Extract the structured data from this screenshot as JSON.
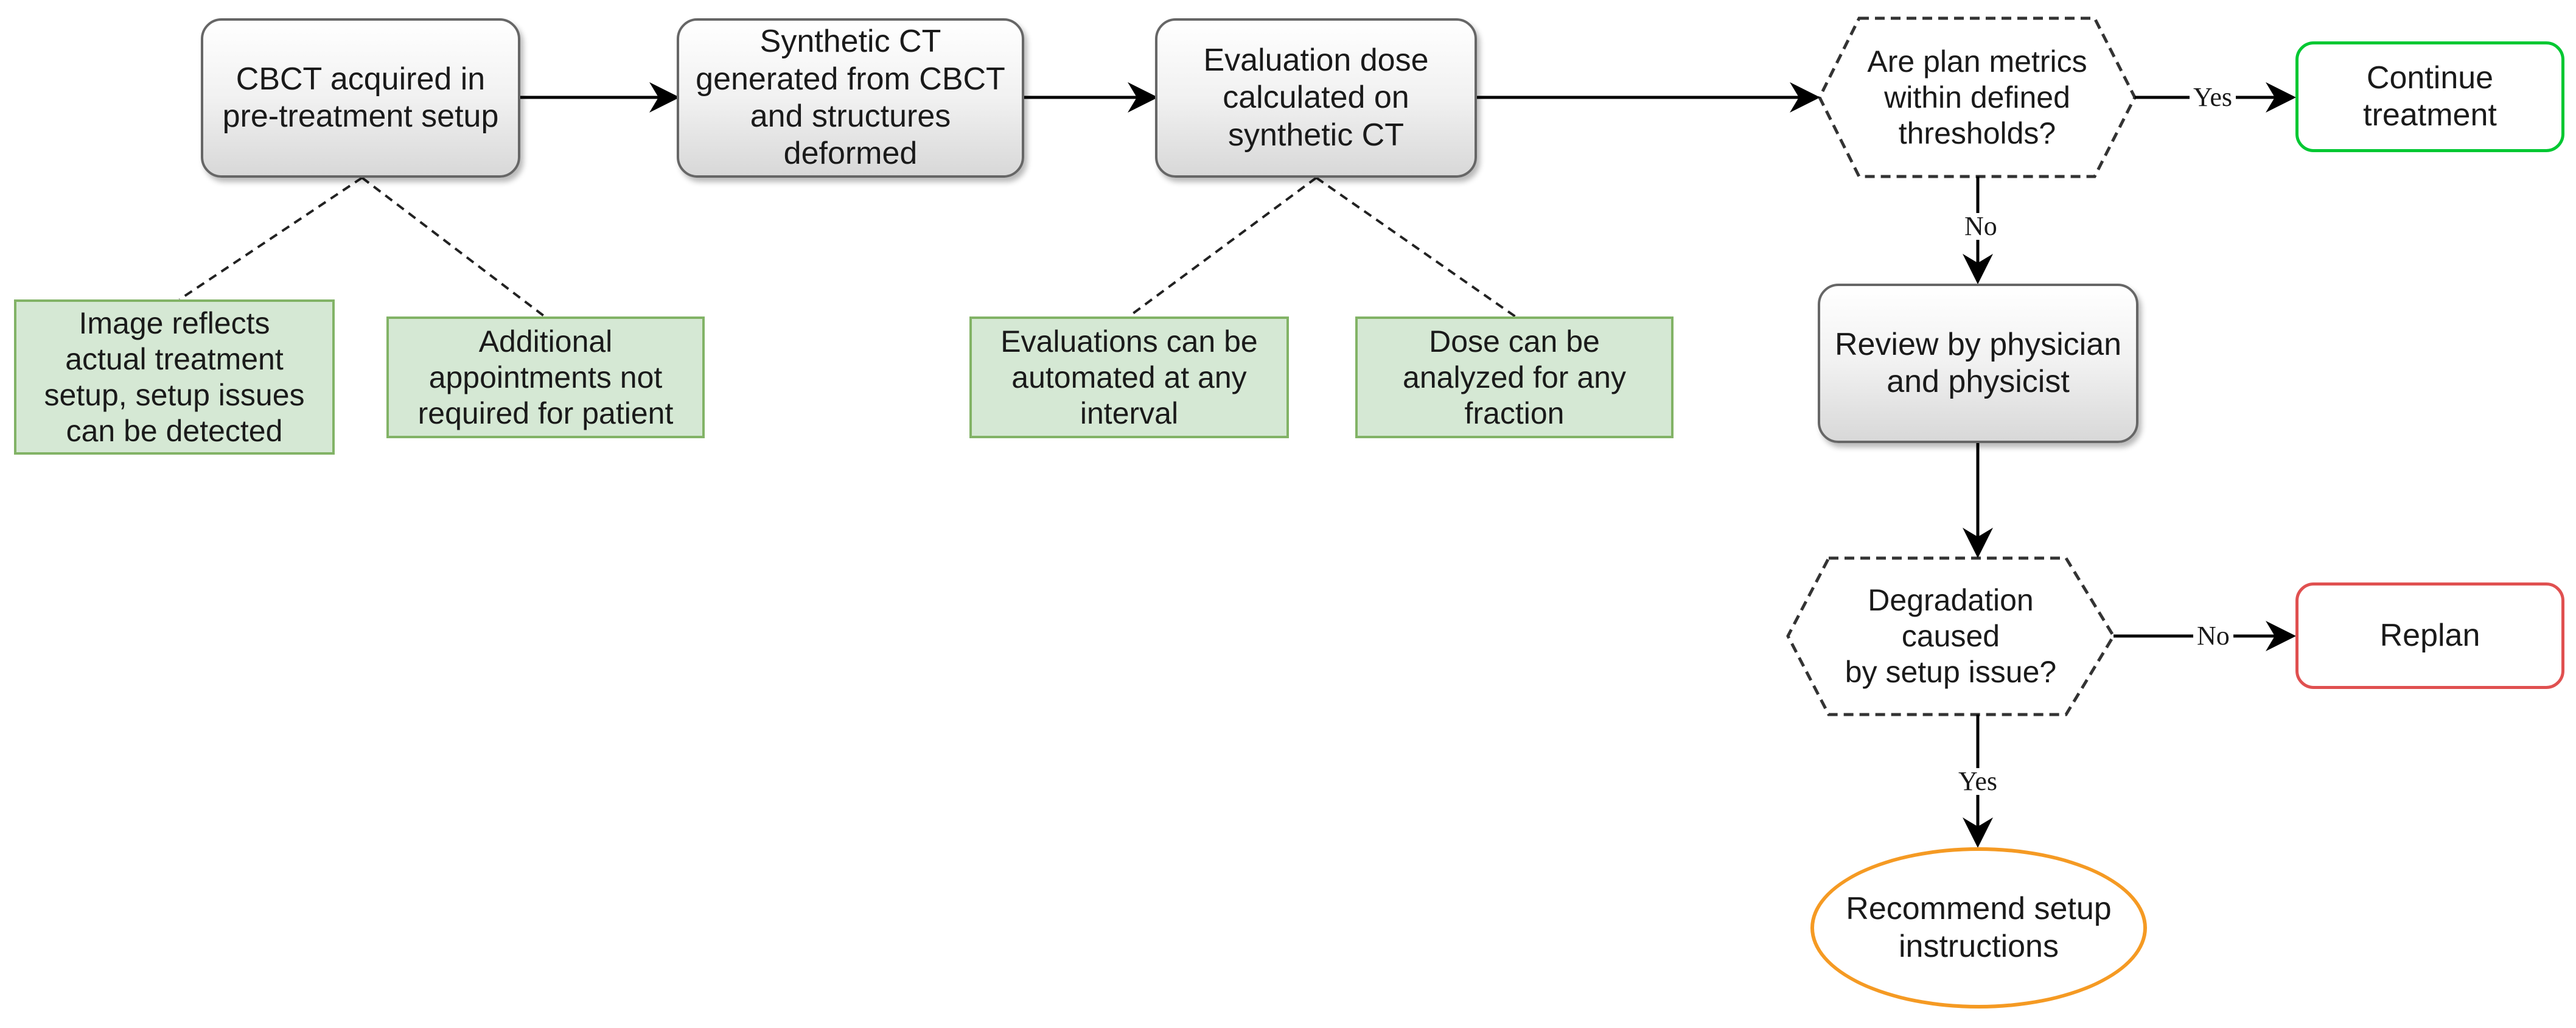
{
  "nodes": {
    "cbct": "CBCT acquired in\npre-treatment setup",
    "synthetic_ct": "Synthetic CT\ngenerated from CBCT\nand structures\ndeformed",
    "eval_dose": "Evaluation dose\ncalculated on\nsynthetic CT",
    "plan_metrics": "Are plan metrics\nwithin defined\nthresholds?",
    "continue": "Continue\ntreatment",
    "review": "Review by physician\nand physicist",
    "degradation": "Degradation caused\nby setup issue?",
    "replan": "Replan",
    "recommend": "Recommend setup\ninstructions"
  },
  "notes": {
    "image_reflects": "Image reflects\nactual treatment\nsetup, setup issues\ncan be detected",
    "additional_appts": "Additional\nappointments not\nrequired for patient",
    "evaluations_automated": "Evaluations can be\nautomated at any\ninterval",
    "dose_analyzed": "Dose can be\nanalyzed for any\nfraction"
  },
  "edge_labels": {
    "yes_top": "Yes",
    "no_down": "No",
    "no_right": "No",
    "yes_bottom": "Yes"
  },
  "colors": {
    "process_border": "#666666",
    "note_fill": "#d5e8d4",
    "note_border": "#82b366",
    "continue_border": "#00c832",
    "replan_border": "#e05050",
    "recommend_border": "#f59a23"
  }
}
